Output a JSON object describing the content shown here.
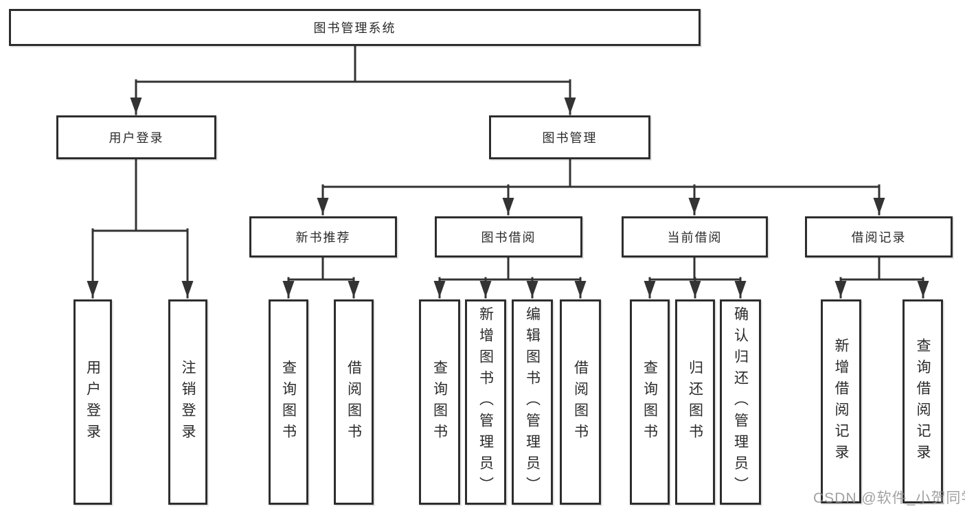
{
  "diagram_type": "functional-structure-tree",
  "tree": {
    "root": {
      "label": "图书管理系统"
    },
    "branches": [
      {
        "label": "用户登录",
        "children": [
          {
            "label": "用户登录"
          },
          {
            "label": "注销登录"
          }
        ]
      },
      {
        "label": "图书管理",
        "children": [
          {
            "label": "新书推荐",
            "children": [
              {
                "label": "查询图书"
              },
              {
                "label": "借阅图书"
              }
            ]
          },
          {
            "label": "图书借阅",
            "children": [
              {
                "label": "查询图书"
              },
              {
                "label": "新增图书（管理员）"
              },
              {
                "label": "编辑图书（管理员）"
              },
              {
                "label": "借阅图书"
              }
            ]
          },
          {
            "label": "当前借阅",
            "children": [
              {
                "label": "查询图书"
              },
              {
                "label": "归还图书"
              },
              {
                "label": "确认归还（管理员）"
              }
            ]
          },
          {
            "label": "借阅记录",
            "children": [
              {
                "label": "新增借阅记录"
              },
              {
                "label": "查询借阅记录"
              }
            ]
          }
        ]
      }
    ]
  },
  "watermark": {
    "text": "CSDN @软件_小贺同学"
  },
  "colors": {
    "line": "#333333",
    "box_border": "#2d2d2d",
    "text": "#2a2a2a",
    "watermark": "#919191",
    "background": "#ffffff"
  }
}
